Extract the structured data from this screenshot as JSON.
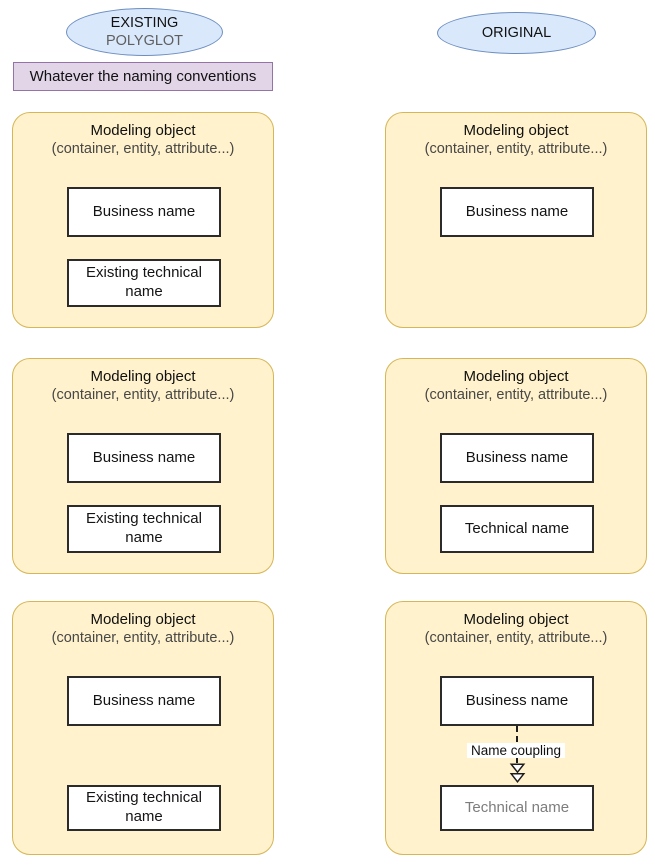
{
  "left": {
    "header": {
      "line1": "EXISTING",
      "line2": "POLYGLOT"
    },
    "note": "Whatever the naming conventions",
    "cards": [
      {
        "title": "Modeling object",
        "subtitle": "(container, entity, attribute...)",
        "box1": "Business name",
        "box2": "Existing technical name"
      },
      {
        "title": "Modeling object",
        "subtitle": "(container, entity, attribute...)",
        "box1": "Business name",
        "box2": "Existing technical name"
      },
      {
        "title": "Modeling object",
        "subtitle": "(container, entity, attribute...)",
        "box1": "Business name",
        "box2": "Existing technical name"
      }
    ]
  },
  "right": {
    "header": {
      "line1": "ORIGINAL"
    },
    "cards": [
      {
        "title": "Modeling object",
        "subtitle": "(container, entity, attribute...)",
        "box1": "Business name"
      },
      {
        "title": "Modeling object",
        "subtitle": "(container, entity, attribute...)",
        "box1": "Business name",
        "box2": "Technical name"
      },
      {
        "title": "Modeling object",
        "subtitle": "(container, entity, attribute...)",
        "box1": "Business name",
        "box2": "Technical name",
        "connector_label": "Name coupling"
      }
    ]
  },
  "colors": {
    "ellipse_fill": "#dae8fc",
    "ellipse_stroke": "#6c8ebf",
    "note_fill": "#e1d5e7",
    "note_stroke": "#9673a6",
    "card_fill": "#fff2cc",
    "card_stroke": "#d6b656",
    "box_stroke": "#2b2b2b",
    "subtitle_text": "#474747",
    "faded_text": "#7d7d7d"
  }
}
